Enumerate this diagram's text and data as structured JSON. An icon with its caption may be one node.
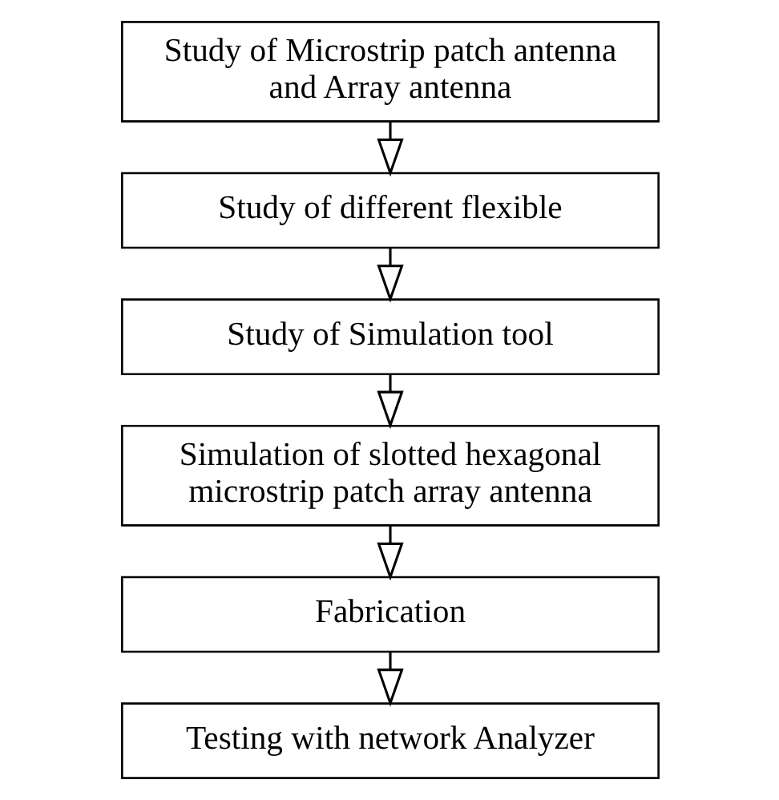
{
  "diagram": {
    "nodes": [
      {
        "text": [
          "Study of Microstrip patch antenna and Array antenna"
        ]
      },
      {
        "text": [
          "Study of different flexible"
        ]
      },
      {
        "text": [
          "Study of Simulation tool"
        ]
      },
      {
        "text": [
          "Simulation of slotted hexagonal microstrip patch array antenna"
        ]
      },
      {
        "text": [
          "Fabrication"
        ]
      },
      {
        "text": [
          "Testing with network Analyzer"
        ]
      }
    ],
    "edges": [
      {
        "from": 0,
        "to": 1,
        "arrow": "to"
      },
      {
        "from": 1,
        "to": 2,
        "arrow": "to"
      },
      {
        "from": 2,
        "to": 3,
        "arrow": "to"
      },
      {
        "from": 3,
        "to": 4,
        "arrow": "to"
      },
      {
        "from": 4,
        "to": 5,
        "arrow": "to"
      }
    ]
  }
}
